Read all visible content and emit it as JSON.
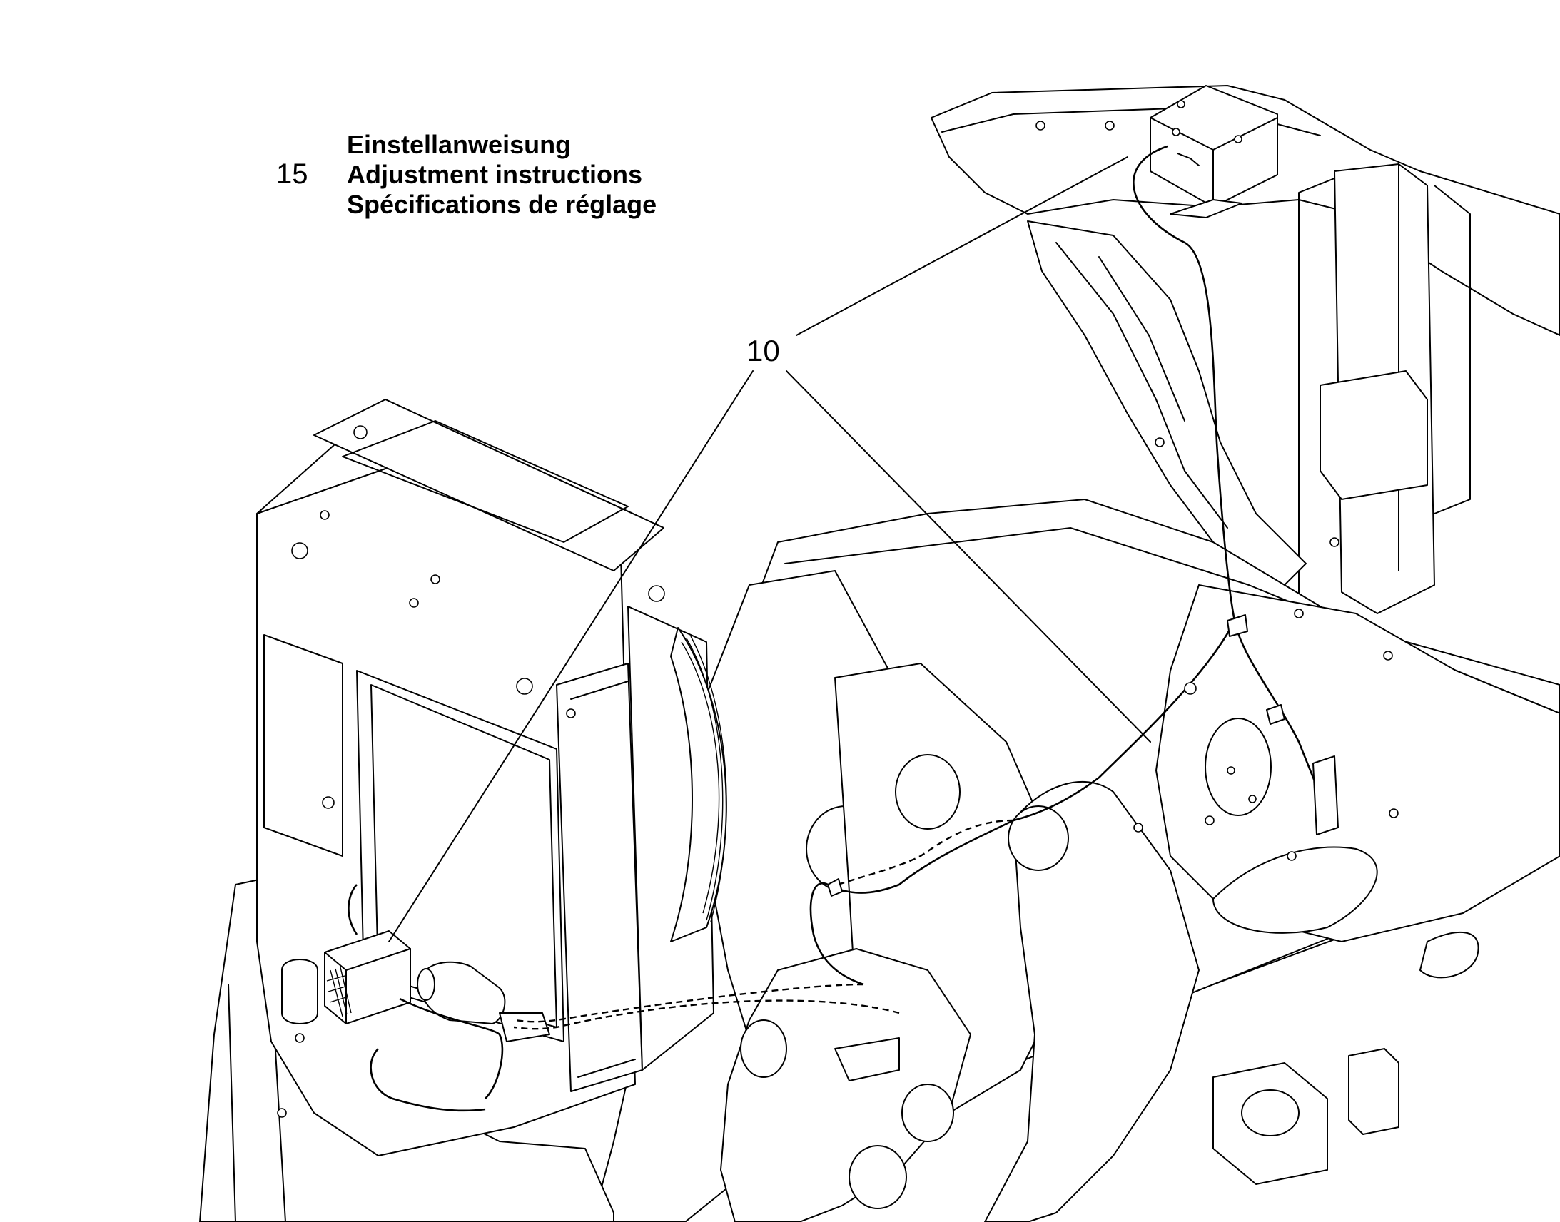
{
  "legend": {
    "number": "15",
    "lines": [
      "Einstellanweisung",
      "Adjustment instructions",
      "Spécifications de réglage"
    ]
  },
  "callout": {
    "label": "10",
    "targets": [
      "upper-control-box",
      "lower-heater-unit",
      "frame-cable-clip"
    ]
  }
}
